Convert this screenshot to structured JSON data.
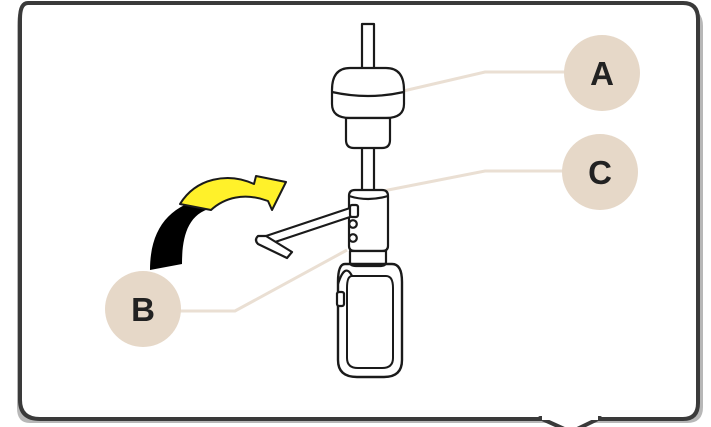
{
  "diagram": {
    "callouts": [
      {
        "id": "a",
        "label": "A",
        "target": "cap"
      },
      {
        "id": "c",
        "label": "C",
        "target": "clamp-sleeve"
      },
      {
        "id": "b",
        "label": "B",
        "target": "set-screws"
      }
    ],
    "parts": [
      "cable",
      "cap",
      "clamp-sleeve",
      "set-screws",
      "hex-key",
      "carabiner"
    ],
    "rotation_arrow": {
      "direction": "clockwise",
      "fill_color": "#fff12a",
      "shadow_color": "#000000"
    },
    "colors": {
      "frame_border": "#3a3a3a",
      "frame_shadow": "#b5b5b5",
      "callout_fill": "#e6d8c8",
      "leader_line": "#eadfd3",
      "label_text": "#222222",
      "drawing_stroke": "#1a1a1a"
    }
  }
}
